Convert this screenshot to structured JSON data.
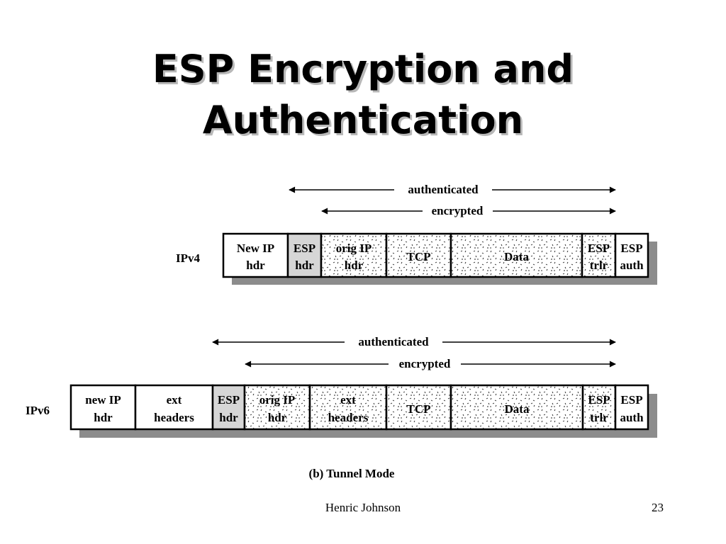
{
  "slide": {
    "title_line1": "ESP Encryption and",
    "title_line2": "Authentication",
    "footer_author": "Henric Johnson",
    "page_number": "23"
  },
  "colors": {
    "esp_hdr_fill": "#d6d6d6",
    "shadow": "#8c8c8c"
  },
  "ipv4": {
    "row_label": "IPv4",
    "authenticated_label": "authenticated",
    "encrypted_label": "encrypted",
    "fields": [
      {
        "line1": "New IP",
        "line2": "hdr",
        "style": "plain"
      },
      {
        "line1": "ESP",
        "line2": "hdr",
        "style": "gray"
      },
      {
        "line1": "orig IP",
        "line2": "hdr",
        "style": "dots"
      },
      {
        "line1": "TCP",
        "line2": "",
        "style": "dots"
      },
      {
        "line1": "Data",
        "line2": "",
        "style": "dots"
      },
      {
        "line1": "ESP",
        "line2": "trlr",
        "style": "dots"
      },
      {
        "line1": "ESP",
        "line2": "auth",
        "style": "plain"
      }
    ]
  },
  "ipv6": {
    "row_label": "IPv6",
    "authenticated_label": "authenticated",
    "encrypted_label": "encrypted",
    "fields": [
      {
        "line1": "new IP",
        "line2": "hdr",
        "style": "plain"
      },
      {
        "line1": "ext",
        "line2": "headers",
        "style": "plain"
      },
      {
        "line1": "ESP",
        "line2": "hdr",
        "style": "gray"
      },
      {
        "line1": "orig IP",
        "line2": "hdr",
        "style": "dots"
      },
      {
        "line1": "ext",
        "line2": "headers",
        "style": "dots"
      },
      {
        "line1": "TCP",
        "line2": "",
        "style": "dots"
      },
      {
        "line1": "Data",
        "line2": "",
        "style": "dots"
      },
      {
        "line1": "ESP",
        "line2": "trlr",
        "style": "dots"
      },
      {
        "line1": "ESP",
        "line2": "auth",
        "style": "plain"
      }
    ]
  },
  "caption": "(b) Tunnel Mode"
}
